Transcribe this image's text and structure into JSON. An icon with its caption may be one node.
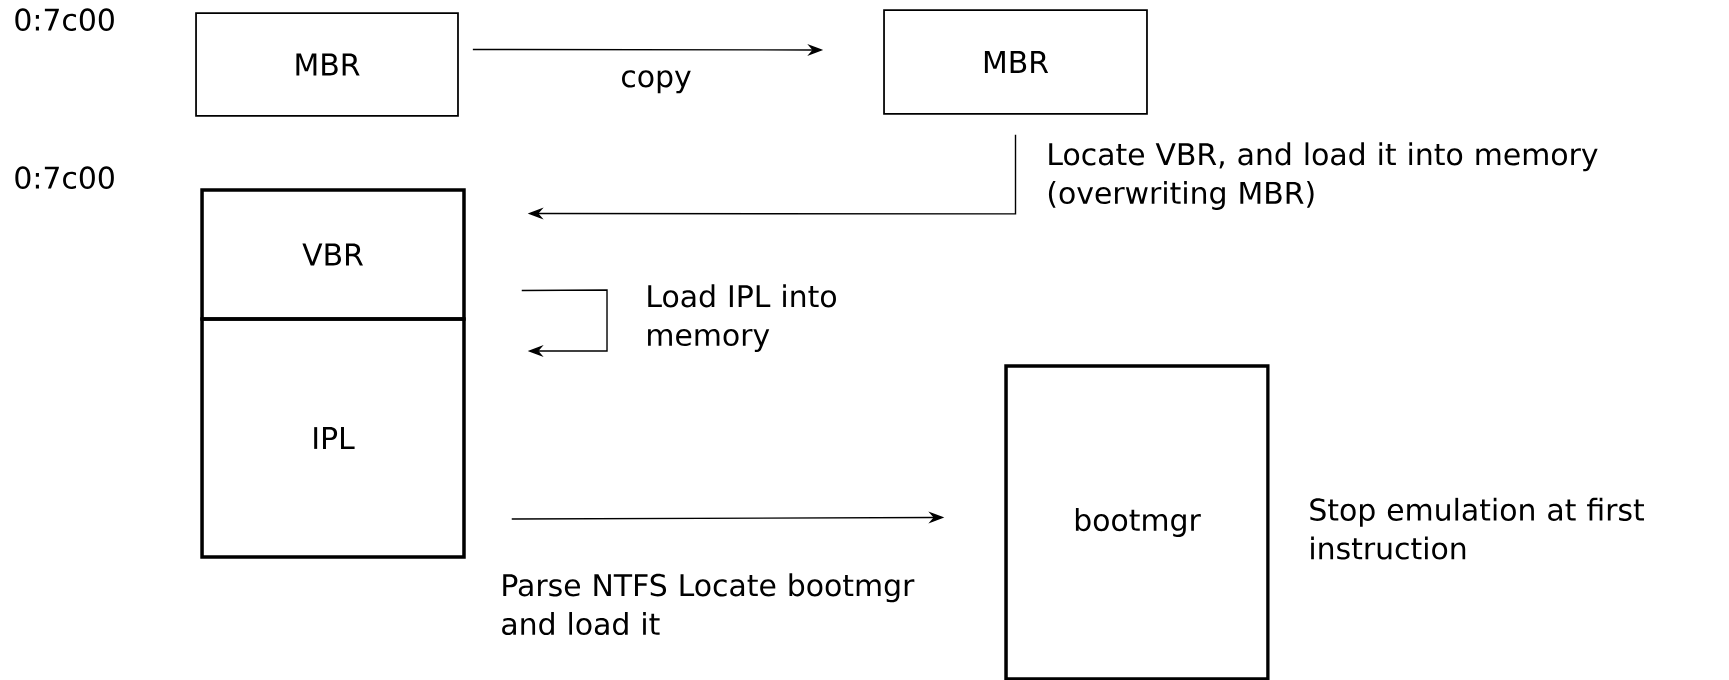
{
  "diagram": {
    "nodes": [
      {
        "text": [
          "MBR"
        ]
      },
      {
        "text": [
          "MBR"
        ]
      },
      {
        "text": [
          "VBR"
        ]
      },
      {
        "text": [
          "IPL"
        ]
      },
      {
        "text": [
          "bootmgr"
        ],
        "beside": [
          "Stop emulation at first instruction"
        ]
      }
    ],
    "edges": [
      {
        "from": 0,
        "to": 1,
        "arrow": "to",
        "label": "copy"
      },
      {
        "from": 1,
        "to": 2,
        "arrow": "to",
        "label": "Locate VBR, and load it into memory (overwriting MBR)"
      },
      {
        "from": 2,
        "to": 3,
        "arrow": "to",
        "label": "Load IPL into memory"
      },
      {
        "from": 3,
        "to": 4,
        "arrow": "to",
        "label": "Parse NTFS Locate bootmgr and load it"
      }
    ],
    "labels": [
      "0:7c00",
      "0:7c00"
    ]
  }
}
